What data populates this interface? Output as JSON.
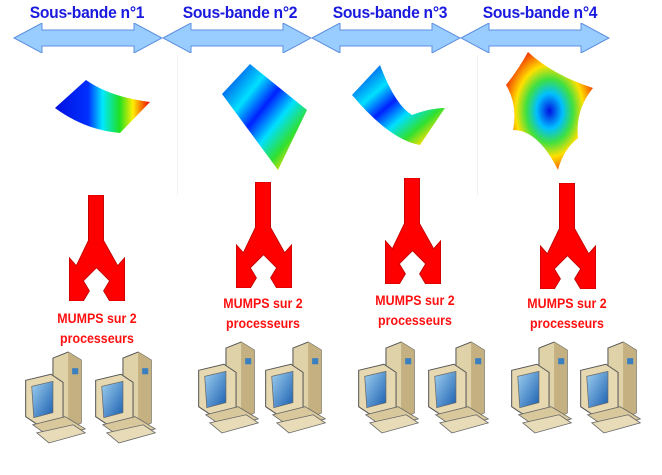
{
  "colors": {
    "title": "#1a1adf",
    "band_arrow": "#99ccff",
    "split_arrow": "#ff0000",
    "label": "#ff1010"
  },
  "bands": [
    {
      "title": "Sous-bande n°1",
      "solver_line1": "MUMPS sur 2",
      "solver_line2": "processeurs",
      "icon": "computer-icon"
    },
    {
      "title": "Sous-bande n°2",
      "solver_line1": "MUMPS sur 2",
      "solver_line2": "processeurs",
      "icon": "computer-icon"
    },
    {
      "title": "Sous-bande n°3",
      "solver_line1": "MUMPS sur 2",
      "solver_line2": "processeurs",
      "icon": "computer-icon"
    },
    {
      "title": "Sous-bande n°4",
      "solver_line1": "MUMPS sur 2",
      "solver_line2": "processeurs",
      "icon": "computer-icon"
    }
  ]
}
